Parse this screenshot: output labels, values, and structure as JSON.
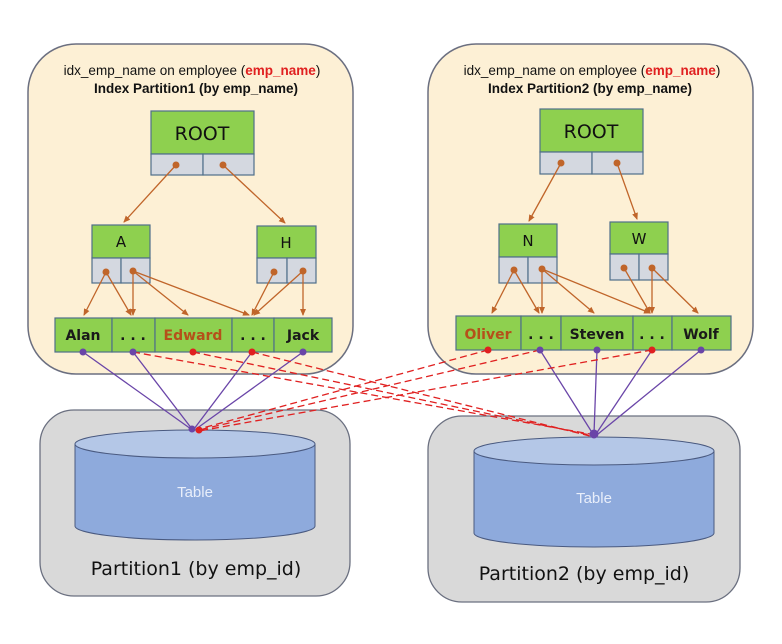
{
  "colors": {
    "index_bg": "#fdf0d5",
    "partition_bg": "#d9d9d9",
    "node_green": "#8ed04f",
    "pointer_cell": "#d4d8e0",
    "tree_arrow": "#c0652a",
    "local_link": "#6a45a8",
    "cross_link": "#e02020",
    "table_fill": "#8eaadc",
    "table_top": "#b4c7e7"
  },
  "index_partitions": [
    {
      "caption_prefix": "idx_emp_name on employee (",
      "caption_highlight": "emp_name",
      "caption_suffix": ")",
      "title": "Index Partition1 (by emp_name)",
      "root_label": "ROOT",
      "branches": [
        {
          "label": "A"
        },
        {
          "label": "H"
        }
      ],
      "leaves": [
        {
          "label": "Alan",
          "highlight": false,
          "target": "local"
        },
        {
          "label": ". . .",
          "highlight": false,
          "target": "both"
        },
        {
          "label": "Edward",
          "highlight": true,
          "target": "remote"
        },
        {
          "label": ". . .",
          "highlight": false,
          "target": "both"
        },
        {
          "label": "Jack",
          "highlight": false,
          "target": "local"
        }
      ]
    },
    {
      "caption_prefix": "idx_emp_name on employee (",
      "caption_highlight": "emp_name",
      "caption_suffix": ")",
      "title": "Index Partition2 (by emp_name)",
      "root_label": "ROOT",
      "branches": [
        {
          "label": "N"
        },
        {
          "label": "W"
        }
      ],
      "leaves": [
        {
          "label": "Oliver",
          "highlight": true,
          "target": "remote"
        },
        {
          "label": ". . .",
          "highlight": false,
          "target": "both"
        },
        {
          "label": "Steven",
          "highlight": false,
          "target": "local"
        },
        {
          "label": ". . .",
          "highlight": false,
          "target": "both"
        },
        {
          "label": "Wolf",
          "highlight": false,
          "target": "local"
        }
      ]
    }
  ],
  "table_partitions": [
    {
      "table_label": "Table",
      "label": "Partition1 (by emp_id)"
    },
    {
      "table_label": "Table",
      "label": "Partition2 (by emp_id)"
    }
  ]
}
